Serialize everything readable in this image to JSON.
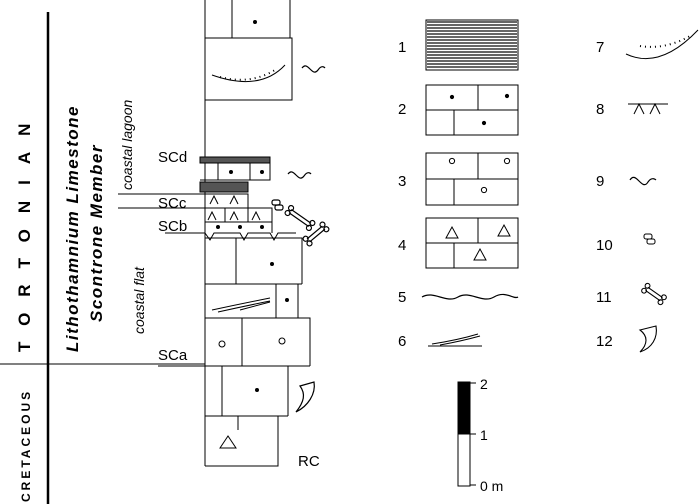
{
  "stratigraphy": {
    "stage_label": "TORTONIAN",
    "system_label": "CRETACEOUS",
    "formation_line1": "Lithothamnium Limestone",
    "formation_line2": "Scontrone Member",
    "environment_upper": "coastal lagoon",
    "environment_lower": "coastal flat",
    "units": {
      "scd": "SCd",
      "scc": "SCc",
      "scb": "SCb",
      "sca": "SCa",
      "rc": "RC"
    }
  },
  "legend": {
    "items": [
      {
        "number": "1",
        "symbol": "laminated-marl"
      },
      {
        "number": "2",
        "symbol": "dotted-limestone"
      },
      {
        "number": "3",
        "symbol": "circle-limestone"
      },
      {
        "number": "4",
        "symbol": "triangle-limestone"
      },
      {
        "number": "5",
        "symbol": "wavy-surface"
      },
      {
        "number": "6",
        "symbol": "cross-lamination"
      },
      {
        "number": "7",
        "symbol": "erosional-base"
      },
      {
        "number": "8",
        "symbol": "hardground"
      },
      {
        "number": "9",
        "symbol": "bioturbation"
      },
      {
        "number": "10",
        "symbol": "plant-remains"
      },
      {
        "number": "11",
        "symbol": "bone"
      },
      {
        "number": "12",
        "symbol": "horn-tooth"
      }
    ]
  },
  "scale": {
    "top": "2",
    "mid": "1",
    "bottom": "0 m"
  }
}
